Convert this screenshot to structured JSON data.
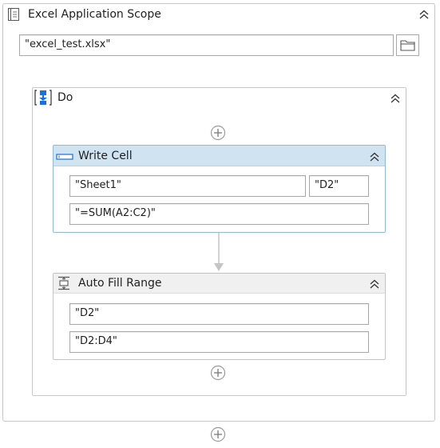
{
  "scope": {
    "title": "Excel Application Scope",
    "workbook_path": "\"excel_test.xlsx\""
  },
  "sequence": {
    "title": "Do"
  },
  "write_cell": {
    "title": "Write Cell",
    "sheet_name": "\"Sheet1\"",
    "cell": "\"D2\"",
    "value": "\"=SUM(A2:C2)\""
  },
  "auto_fill_range": {
    "title": "Auto Fill Range",
    "source_range": "\"D2\"",
    "destination_range": "\"D2:D4\""
  },
  "colors": {
    "selected_header": "#cfe3f1",
    "icon_blue": "#1e6fd1",
    "border": "#c9c9c9"
  }
}
